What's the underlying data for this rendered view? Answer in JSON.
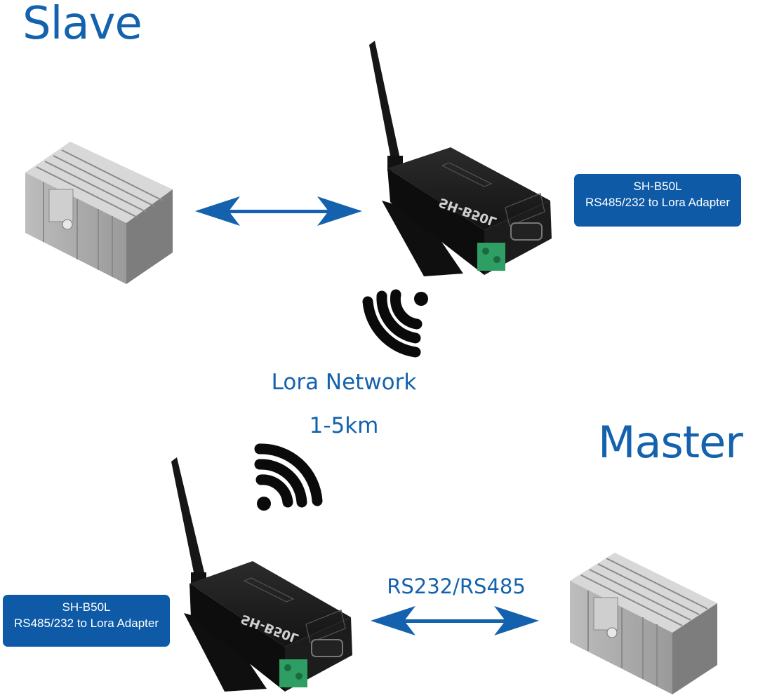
{
  "slave": {
    "title": "Slave"
  },
  "master": {
    "title": "Master"
  },
  "network": {
    "label": "Lora Network",
    "range": "1-5km"
  },
  "link": {
    "label": "RS232/RS485"
  },
  "adapter_top": {
    "model": "SH-B50L",
    "description": "RS485/232 to Lora Adapter"
  },
  "adapter_bottom": {
    "model": "SH-B50L",
    "description": "RS485/232 to Lora Adapter"
  },
  "device_label": {
    "brand": "SH-B50L"
  },
  "colors": {
    "accent": "#1462ad",
    "box": "#0e5aa7",
    "device": "#1b1b1b",
    "terminal": "#2e9e63"
  },
  "icons": [
    "plc-icon",
    "lora-adapter-icon",
    "wireless-signal-icon",
    "double-arrow-icon"
  ]
}
